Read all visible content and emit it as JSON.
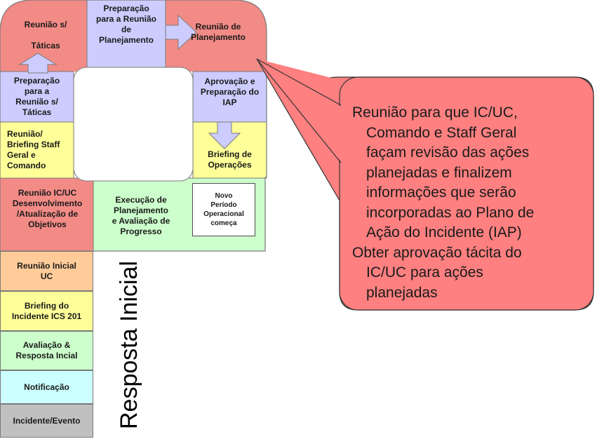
{
  "colors": {
    "red": "#f28b86",
    "lavender": "#ccccff",
    "yellow": "#ffff99",
    "green": "#ccffcc",
    "peach": "#ffcc99",
    "cyan": "#ccffff",
    "gray": "#c0c0c0",
    "callout": "#ff8080"
  },
  "cycle": {
    "reuniao_taticas": "Reunião s/\n\nTáticas",
    "preparacao_planejamento": "Preparação\npara a Reunião\nde\nPlanejamento",
    "reuniao_planejamento": "Reunião de\nPlanejamento",
    "preparacao_taticas": "Preparação\npara a\nReunião  s/\nTáticas",
    "aprovacao_iap": "Aprovação e\nPreparação do\nIAP",
    "briefing_staff": "Reunião/\nBriefing Staff\nGeral e\nComando",
    "briefing_operacoes": "Briefing de\nOperações",
    "reuniao_icuc": "Reunião IC/UC\nDesenvolvimento\n/Atualização de\nObjetivos",
    "execucao": "Execução de\nPlanejamento\ne Avaliação de\nProgresso",
    "novo_periodo": "Novo\nPeríodo\nOperacional\ncomeça"
  },
  "initial_response": {
    "label": "Resposta Inicial",
    "steps": [
      "Reunião Inicial\nUC",
      "Briefing do\nIncidente ICS 201",
      "Avaliação &\nResposta Incial",
      "Notificação",
      "Incidente/Evento"
    ]
  },
  "callout": {
    "item1": "Reunião para que IC/UC,\nComando e Staff Geral\nfaçam revisão das ações\nplanejadas e finalizem\ninformações que serão\nincorporadas ao Plano de\nAção do Incidente (IAP)",
    "item2": "Obter aprovação tácita do\nIC/UC para ações\nplanejadas"
  }
}
